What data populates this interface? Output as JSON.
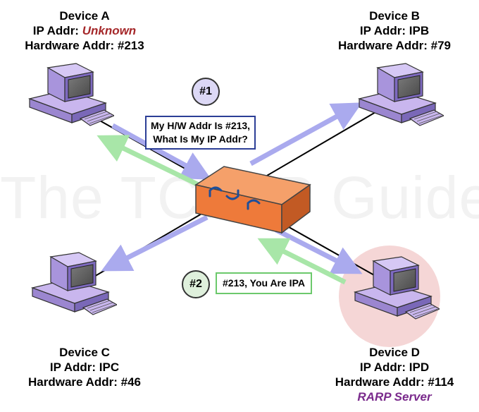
{
  "watermark": "The TCP/IP Guide",
  "devices": {
    "a": {
      "name": "Device A",
      "ip_prefix": "IP Addr: ",
      "ip": "Unknown",
      "hw": "Hardware Addr: #213"
    },
    "b": {
      "name": "Device B",
      "ip_prefix": "IP Addr: ",
      "ip": "IPB",
      "hw": "Hardware Addr: #79"
    },
    "c": {
      "name": "Device C",
      "ip_prefix": "IP Addr: ",
      "ip": "IPC",
      "hw": "Hardware Addr: #46"
    },
    "d": {
      "name": "Device D",
      "ip_prefix": "IP Addr: ",
      "ip": "IPD",
      "hw": "Hardware Addr: #114",
      "role": "RARP Server"
    }
  },
  "steps": {
    "one": {
      "badge": "#1",
      "line1": "My H/W Addr Is #213,",
      "line2": "What Is My IP Addr?"
    },
    "two": {
      "badge": "#2",
      "text": "#213, You Are IPA"
    }
  },
  "colors": {
    "request_arrow": "#aaaaee",
    "reply_arrow": "#a8e6a8",
    "unknown_text": "#a5282a",
    "server_text": "#7a2a8c",
    "server_halo": "#f5d6d6",
    "switch": "#ee7a3a"
  }
}
